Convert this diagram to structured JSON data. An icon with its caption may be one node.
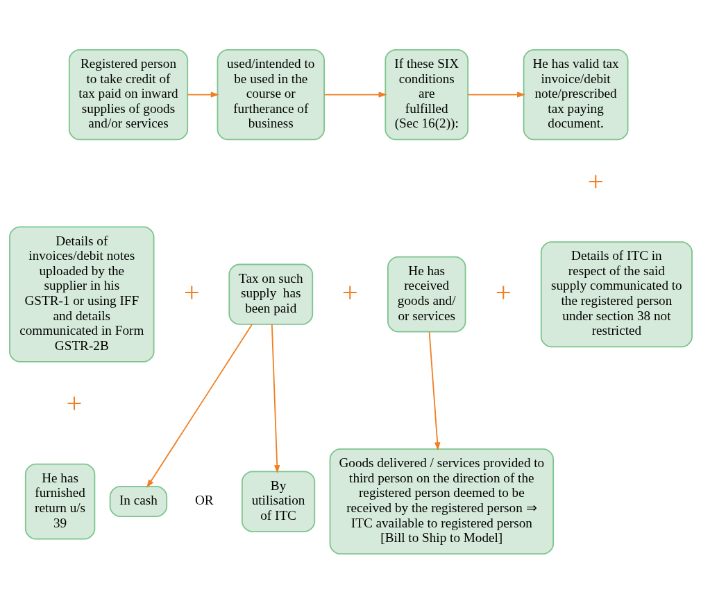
{
  "diagram": {
    "nodes": [
      {
        "text": [
          "Registered person to take credit of tax paid on inward supplies of goods and/or services"
        ]
      },
      {
        "text": [
          "used/intended to be used in the course or furtherance of business"
        ]
      },
      {
        "text": [
          "If these SIX conditions are fulfilled (Sec 16(2)):"
        ]
      },
      {
        "text": [
          "He has valid tax invoice/debit note/prescribed tax paying document."
        ]
      },
      {
        "text": [
          "Details of invoices/debit notes uploaded by the supplier in his GSTR-1 or using IFF and details communicated in Form GSTR-2B"
        ]
      },
      {
        "text": [
          "Tax on such supply  has been paid"
        ]
      },
      {
        "text": [
          "He has received goods and/ or services"
        ]
      },
      {
        "text": [
          "Details of ITC in respect of the said supply communicated to the registered person under section 38 not restricted"
        ]
      },
      {
        "text": [
          "He has furnished return u/s 39"
        ]
      },
      {
        "text": [
          "In cash"
        ]
      },
      {
        "text": [
          "By utilisation of ITC"
        ]
      },
      {
        "text": [
          "Goods delivered / services provided to third person on the direction of the registered person deemed to be received by the registered person ⇒ ITC available to registered person [Bill to Ship to Model]"
        ]
      }
    ],
    "edges": [
      {
        "from": 0,
        "to": 1,
        "arrow": "to"
      },
      {
        "from": 1,
        "to": 2,
        "arrow": "to"
      },
      {
        "from": 2,
        "to": 3,
        "arrow": "to"
      },
      {
        "from": 5,
        "to": 9,
        "arrow": "to"
      },
      {
        "from": 5,
        "to": 10,
        "arrow": "to"
      },
      {
        "from": 6,
        "to": 11,
        "arrow": "to"
      }
    ],
    "labels": [
      "+",
      "+",
      "+",
      "+",
      "+",
      "OR"
    ]
  }
}
